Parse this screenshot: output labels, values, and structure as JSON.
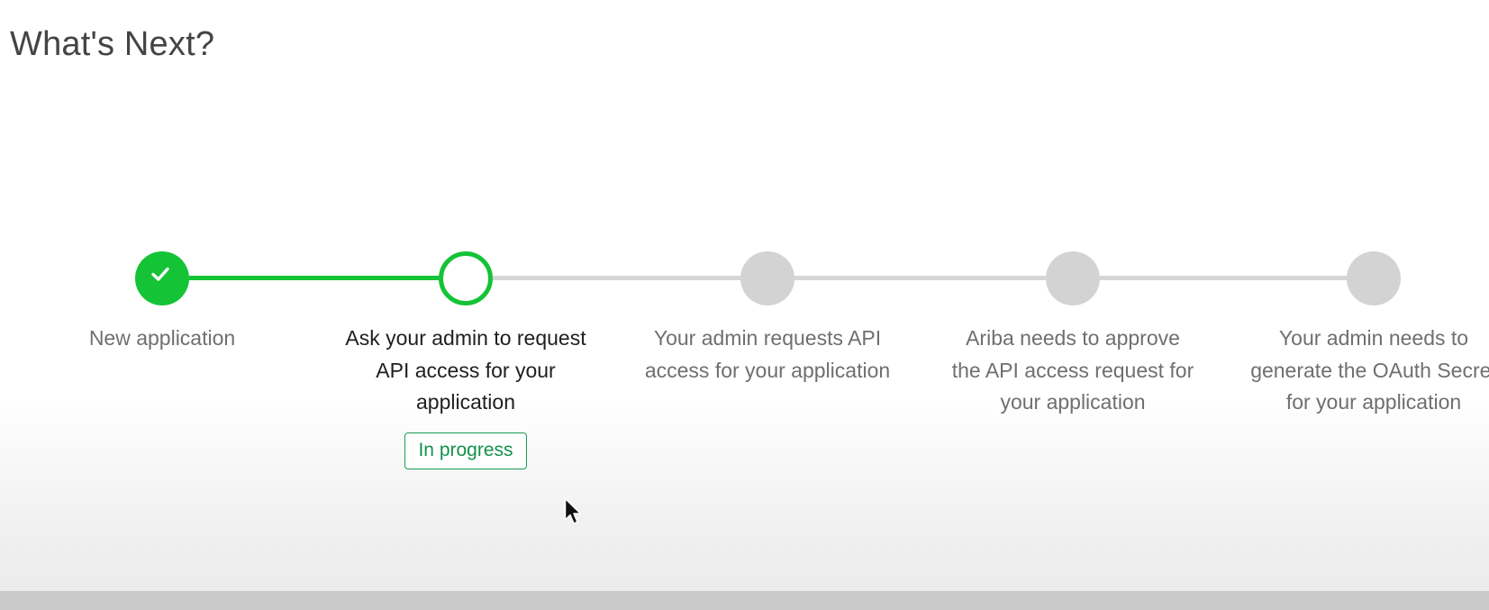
{
  "page": {
    "title": "What's Next?"
  },
  "stepper": {
    "steps": [
      {
        "label": "New application",
        "state": "complete"
      },
      {
        "label": "Ask your admin to request\nAPI access for your\napplication",
        "state": "current",
        "status": "In progress"
      },
      {
        "label": "Your admin requests API\naccess for your application",
        "state": "pending"
      },
      {
        "label": "Ariba needs to approve\nthe API access request for\nyour application",
        "state": "pending"
      },
      {
        "label": "Your admin needs to\ngenerate the OAuth Secret\nfor your application",
        "state": "pending"
      }
    ]
  },
  "icons": {
    "complete": "check-icon",
    "pointer": "mouse-cursor-icon"
  },
  "colors": {
    "accent": "#14c336",
    "pending": "#d3d3d3",
    "status_text": "#13914a"
  }
}
